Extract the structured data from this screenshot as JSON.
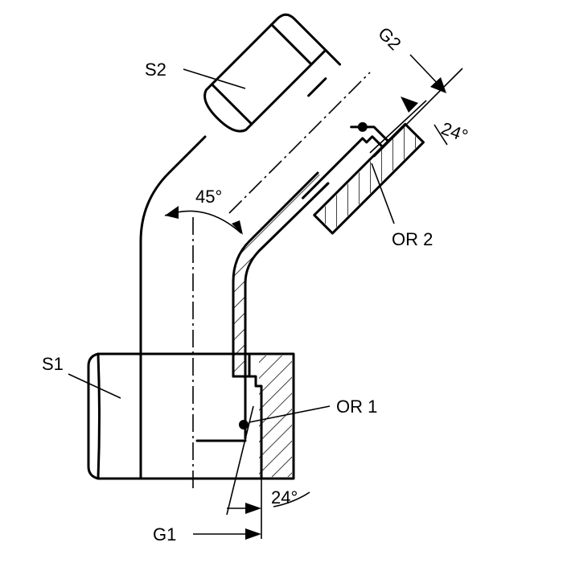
{
  "labels": {
    "s1": "S1",
    "s2": "S2",
    "g1": "G1",
    "g2": "G2",
    "or1": "OR 1",
    "or2": "OR 2",
    "angle_bend": "45°",
    "angle_cone_1": "24°",
    "angle_cone_2": "24°"
  }
}
